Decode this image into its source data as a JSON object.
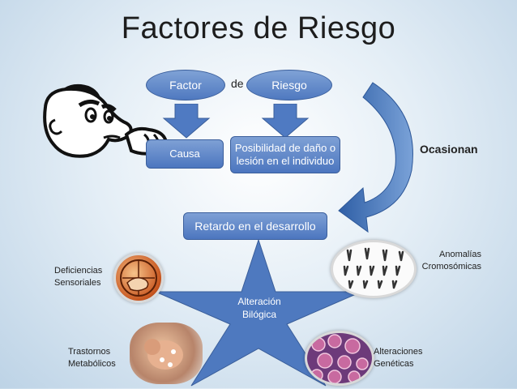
{
  "title": "Factores de Riesgo",
  "top": {
    "factor": "Factor",
    "connector": "de",
    "riesgo": "Riesgo"
  },
  "boxes": {
    "causa": "Causa",
    "posibilidad_line1": "Posibilidad  de daño  o",
    "posibilidad_line2": "lesión en el individuo",
    "retardo": "Retardo en el desarrollo"
  },
  "ocasionan": "Ocasionan",
  "star": {
    "line1": "Alteración",
    "line2": "Bilógica"
  },
  "labels": {
    "deficiencias_1": "Deficiencias",
    "deficiencias_2": "Sensoriales",
    "anomalias_1": "Anomalías",
    "anomalias_2": "Cromosómicas",
    "trastornos_1": "Trastornos",
    "trastornos_2": "Metabólicos",
    "alteraciones_1": "Alteraciones",
    "alteraciones_2": "Genéticas"
  },
  "colors": {
    "shape_blue": "#4f79c0",
    "star_blue": "#4e79bf",
    "arrow_blue": "#4f7ac2"
  }
}
